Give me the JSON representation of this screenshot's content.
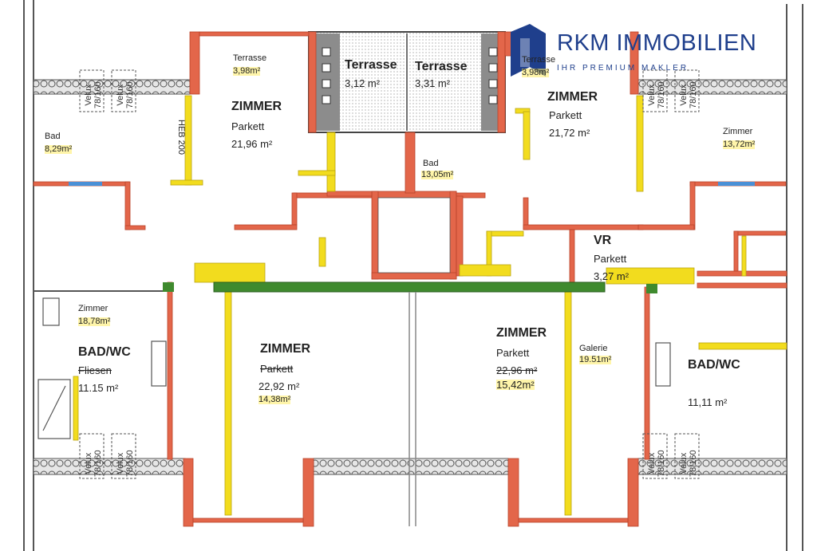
{
  "brand": {
    "name": "RKM IMMOBILIEN",
    "tagline": "IHR PREMIUM MAKLER",
    "color": "#1f3f8c"
  },
  "colors": {
    "wall": "#e3664a",
    "partition": "#f2dc1e",
    "beam": "#3f8a2e",
    "insulation": "#c9c9c9",
    "window": "#4a90d6"
  },
  "rooms": {
    "terrace_left": {
      "name": "Terrasse",
      "area": "3,98m²"
    },
    "zimmer_tl": {
      "name": "ZIMMER",
      "floor": "Parkett",
      "area": "21,96 m²",
      "note": "HEB 200"
    },
    "terrace_c1": {
      "name": "Terrasse",
      "area": "3,12 m²"
    },
    "terrace_c2": {
      "name": "Terrasse",
      "area": "3,31 m²"
    },
    "terrace_right": {
      "name": "Terrasse",
      "area": "3,98m²"
    },
    "zimmer_tr": {
      "name": "ZIMMER",
      "floor": "Parkett",
      "area": "21,72 m²"
    },
    "bad_left": {
      "name": "Bad",
      "area": "8,29m²"
    },
    "bad_center": {
      "name": "Bad",
      "area": "13,05m²"
    },
    "zimmer_right": {
      "name": "Zimmer",
      "area": "13,72m²"
    },
    "vr": {
      "name": "VR",
      "floor": "Parkett",
      "area": "3,27 m²"
    },
    "zimmer_left": {
      "name": "Zimmer",
      "area": "18,78m²"
    },
    "badwc_left": {
      "name": "BAD/WC",
      "floor": "Fliesen",
      "area": "11.15 m²"
    },
    "zimmer_bc": {
      "name": "ZIMMER",
      "floor": "Parkett",
      "area": "22,92 m²",
      "area2": "14,38m²"
    },
    "zimmer_bc2": {
      "name": "ZIMMER",
      "floor": "Parkett",
      "area": "22,96 m²",
      "area2": "15,42m²"
    },
    "galerie": {
      "name": "Galerie",
      "area": "19.51m²"
    },
    "badwc_right": {
      "name": "BAD/WC",
      "area": "11,11 m²"
    }
  },
  "velux": {
    "model": "Velux",
    "size": "78/160"
  }
}
